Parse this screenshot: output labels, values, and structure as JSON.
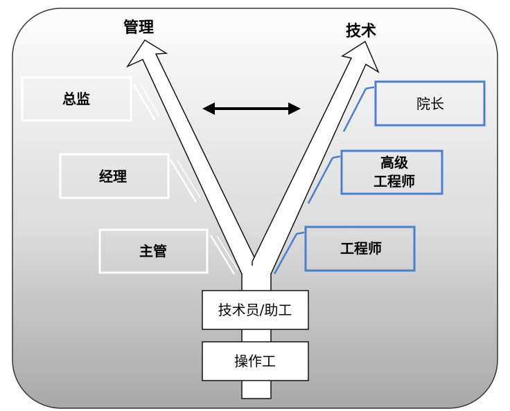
{
  "titles": {
    "management": "管理",
    "technical": "技术"
  },
  "management_track": [
    "总监",
    "经理",
    "主管"
  ],
  "technical_track": {
    "top": "院长",
    "senior_line1": "高级",
    "senior_line2": "工程师",
    "engineer": "工程师"
  },
  "base": {
    "technician": "技术员/助工",
    "operator": "操作工"
  },
  "colors": {
    "management_box_border": "#ffffff",
    "technical_box_border": "#4a7fd0",
    "background_top": "#fdfdfd",
    "background_bottom": "#a9a9a9",
    "arrow_fill": "#ffffff",
    "arrow_stroke": "#111111"
  },
  "icons": {
    "double_arrow": "double-headed-arrow"
  }
}
